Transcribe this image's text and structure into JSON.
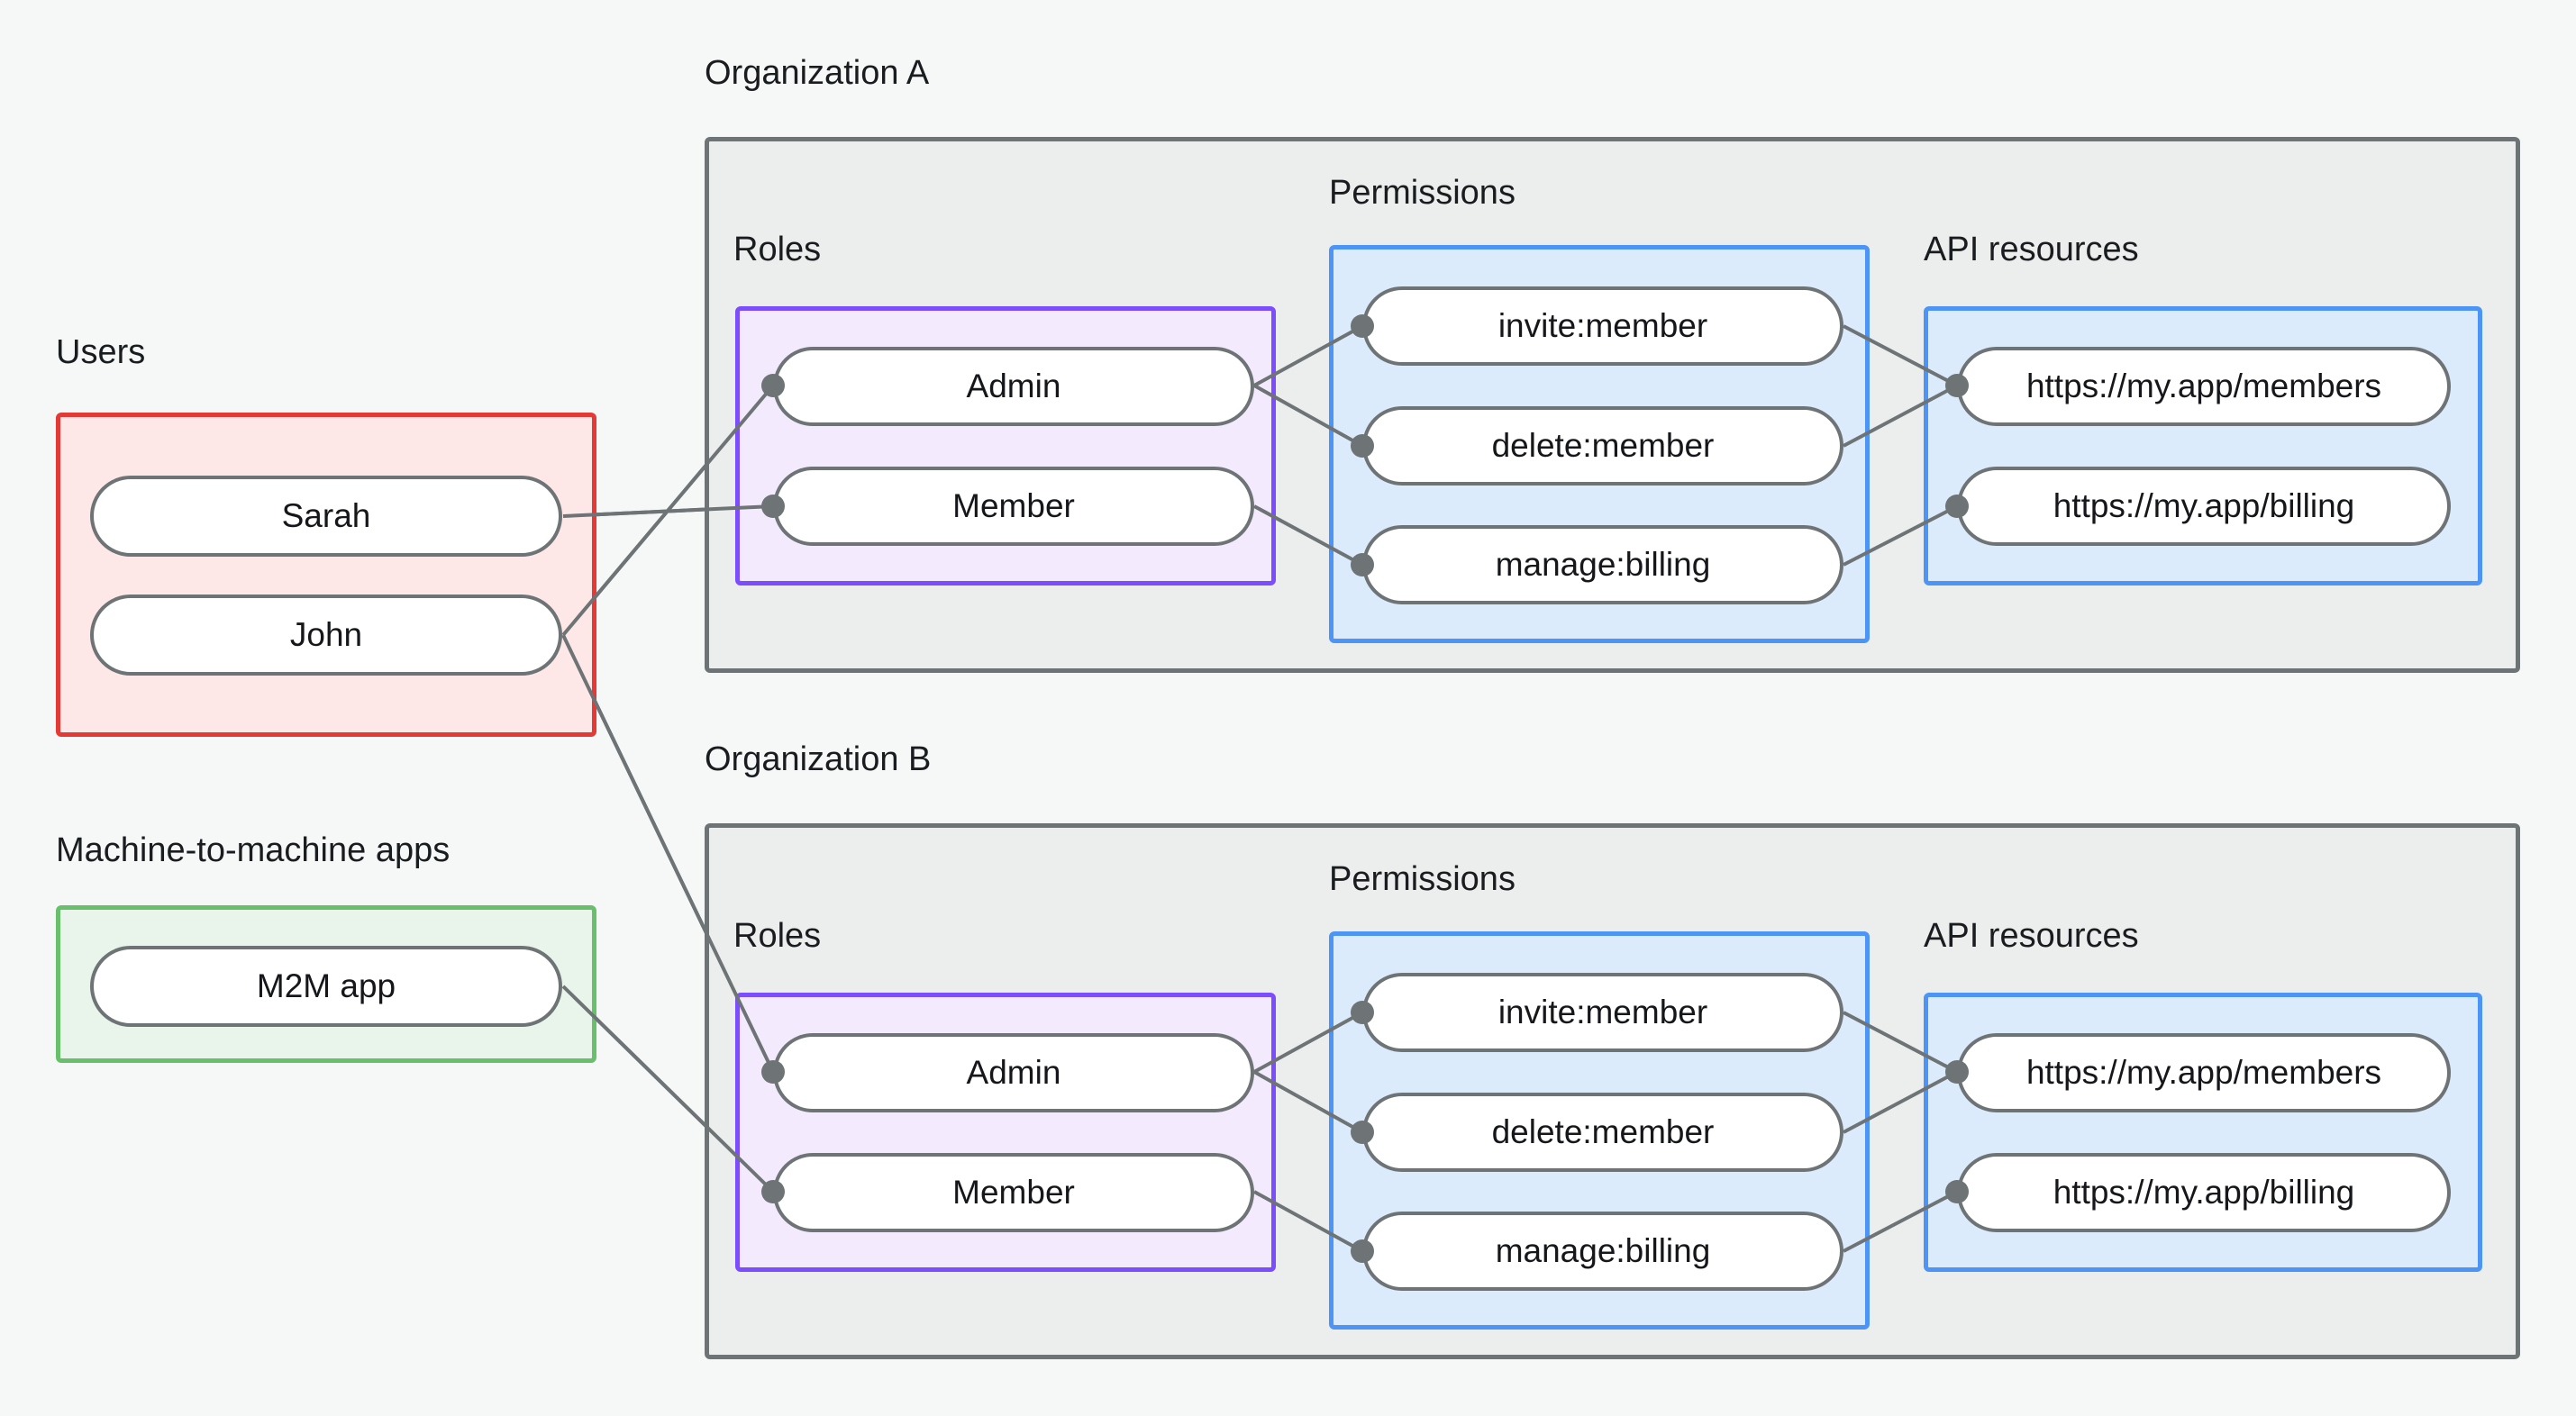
{
  "diagram": {
    "title_hidden": "",
    "captions": {
      "users": "Users",
      "m2m": "Machine-to-machine apps",
      "org_a": "Organization A",
      "org_b": "Organization B",
      "roles": "Roles",
      "permissions": "Permissions",
      "api_resources": "API resources"
    },
    "colors": {
      "canvas_bg": "#F6F8F8",
      "org_border": "#6E7375",
      "org_fill": "#ECEDED",
      "users_border": "#E53935",
      "users_fill": "#FDE8E7",
      "m2m_border": "#68C06D",
      "m2m_fill": "#E9F5EA",
      "roles_border": "#7C4DFF",
      "roles_fill": "#F3EBFD",
      "blue_border": "#4C94F6",
      "blue_fill": "#DCEBFC",
      "pill_border": "#6E7375",
      "pill_fill": "#FFFFFF",
      "wire": "#6E7375",
      "text": "#15171A"
    },
    "users": [
      {
        "label": "Sarah"
      },
      {
        "label": "John"
      }
    ],
    "m2m_apps": [
      {
        "label": "M2M app"
      }
    ],
    "org_a": {
      "name": "Organization A",
      "roles": [
        {
          "label": "Admin"
        },
        {
          "label": "Member"
        }
      ],
      "permissions": [
        {
          "label": "invite:member"
        },
        {
          "label": "delete:member"
        },
        {
          "label": "manage:billing"
        }
      ],
      "api_resources": [
        {
          "label": "https://my.app/members"
        },
        {
          "label": "https://my.app/billing"
        }
      ]
    },
    "org_b": {
      "name": "Organization B",
      "roles": [
        {
          "label": "Admin"
        },
        {
          "label": "Member"
        }
      ],
      "permissions": [
        {
          "label": "invite:member"
        },
        {
          "label": "delete:member"
        },
        {
          "label": "manage:billing"
        }
      ],
      "api_resources": [
        {
          "label": "https://my.app/members"
        },
        {
          "label": "https://my.app/billing"
        }
      ]
    },
    "edges": [
      {
        "from": "Sarah",
        "to": "Organization A / Member"
      },
      {
        "from": "John",
        "to": "Organization A / Admin"
      },
      {
        "from": "John",
        "to": "Organization B / Admin"
      },
      {
        "from": "M2M app",
        "to": "Organization B / Member"
      },
      {
        "from": "Organization A / Admin",
        "to": "Organization A / invite:member"
      },
      {
        "from": "Organization A / Admin",
        "to": "Organization A / delete:member"
      },
      {
        "from": "Organization A / Member",
        "to": "Organization A / manage:billing"
      },
      {
        "from": "Organization A / invite:member",
        "to": "Organization A / https://my.app/members"
      },
      {
        "from": "Organization A / delete:member",
        "to": "Organization A / https://my.app/members"
      },
      {
        "from": "Organization A / manage:billing",
        "to": "Organization A / https://my.app/billing"
      },
      {
        "from": "Organization B / Admin",
        "to": "Organization B / invite:member"
      },
      {
        "from": "Organization B / Admin",
        "to": "Organization B / delete:member"
      },
      {
        "from": "Organization B / Member",
        "to": "Organization B / manage:billing"
      },
      {
        "from": "Organization B / invite:member",
        "to": "Organization B / https://my.app/members"
      },
      {
        "from": "Organization B / delete:member",
        "to": "Organization B / https://my.app/members"
      },
      {
        "from": "Organization B / manage:billing",
        "to": "Organization B / https://my.app/billing"
      }
    ]
  }
}
